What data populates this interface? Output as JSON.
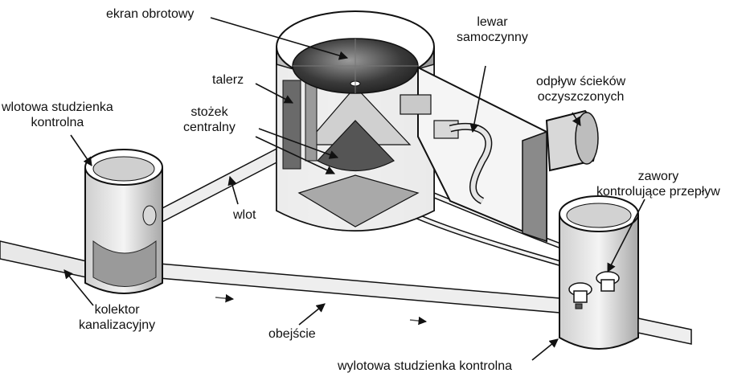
{
  "labels": {
    "ekran_obrotowy": "ekran obrotowy",
    "lewar_line1": "lewar",
    "lewar_line2": "samoczynny",
    "talerz": "talerz",
    "odplyw_line1": "odpływ ścieków",
    "odplyw_line2": "oczyszczonych",
    "wlotowa_line1": "wlotowa studzienka",
    "wlotowa_line2": "kontrolna",
    "stozek_line1": "stożek",
    "stozek_line2": "centralny",
    "zawory_line1": "zawory",
    "zawory_line2": "kontrolujące przepływ",
    "wlot": "wlot",
    "kolektor_line1": "kolektor",
    "kolektor_line2": "kanalizacyjny",
    "obejscie": "obejście",
    "wylotowa": "wylotowa studzienka kontrolna"
  },
  "colors": {
    "ink": "#111111",
    "shade_dark": "#3a3a3a",
    "shade_mid": "#8a8a8a",
    "shade_light": "#d6d6d6",
    "paper": "#ffffff"
  }
}
